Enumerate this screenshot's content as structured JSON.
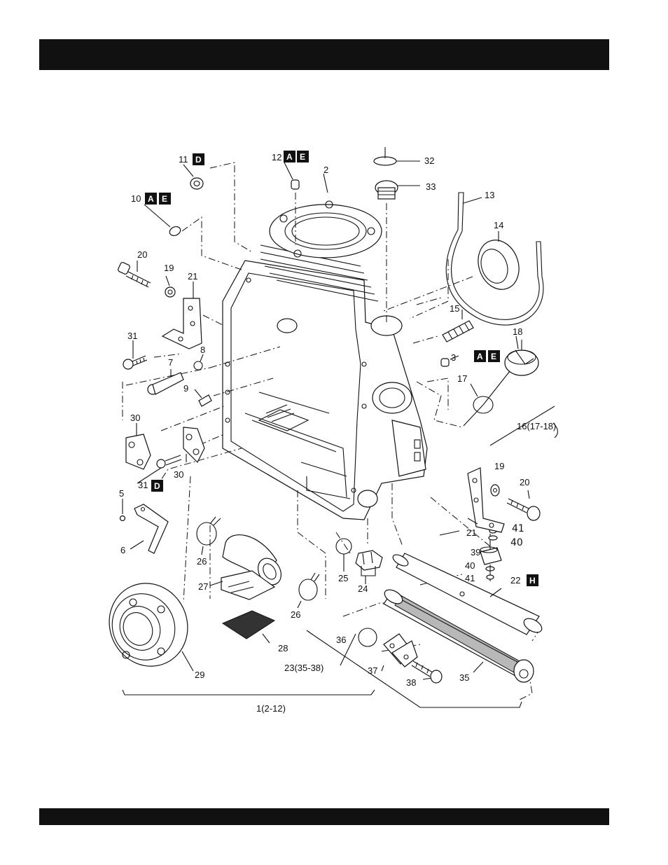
{
  "callouts": {
    "c1": "1(2-12)",
    "c2": "2",
    "c3": "3",
    "c5": "5",
    "c6": "6",
    "c7": "7",
    "c8": "8",
    "c9": "9",
    "c10": "10",
    "c11": "11",
    "c12": "12",
    "c13": "13",
    "c14": "14",
    "c15": "15",
    "c16": "16(17-18)",
    "c17": "17",
    "c18": "18",
    "c19a": "19",
    "c19b": "19",
    "c20a": "20",
    "c20b": "20",
    "c21a": "21",
    "c21b": "21",
    "c22": "22",
    "c23": "23(35-38)",
    "c24": "24",
    "c25": "25",
    "c26a": "26",
    "c26b": "26",
    "c27": "27",
    "c28": "28",
    "c29": "29",
    "c30a": "30",
    "c30b": "30",
    "c31a": "31",
    "c31b": "31",
    "c32": "32",
    "c33": "33",
    "c35": "35",
    "c36": "36",
    "c37": "37",
    "c38": "38",
    "c39": "39",
    "c40a": "40",
    "c40b": "40",
    "c41a": "41",
    "c41b": "41"
  },
  "badges": {
    "A": "A",
    "E": "E",
    "D": "D",
    "H": "H"
  }
}
